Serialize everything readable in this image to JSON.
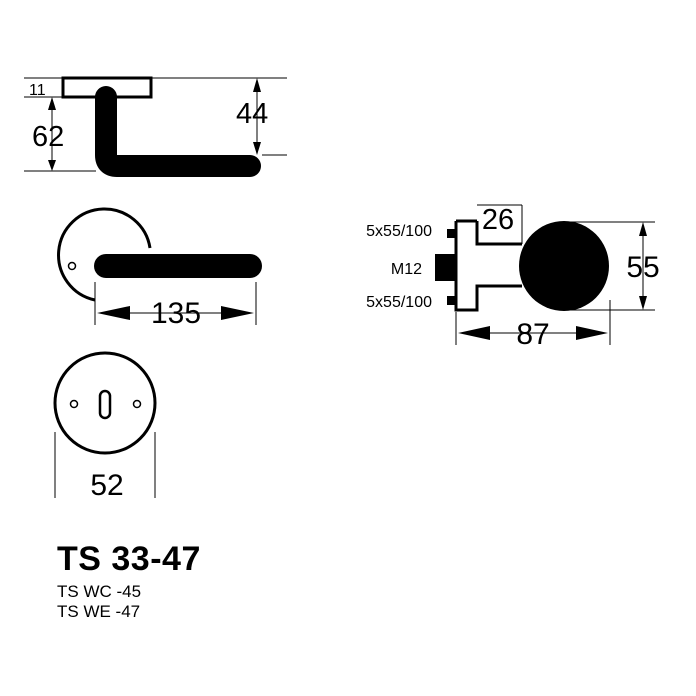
{
  "lever_side": {
    "d_thickness": "11",
    "d_total_height": "62",
    "d_offset": "44"
  },
  "lever_top": {
    "d_length": "135"
  },
  "rosette": {
    "d_diameter": "52"
  },
  "knob": {
    "d_neck": "26",
    "d_diameter": "55",
    "d_length": "87",
    "screw_top": "5x55/100",
    "spindle": "M12",
    "screw_bottom": "5x55/100"
  },
  "product": {
    "code": "TS 33-47",
    "variant_wc": "TS WC -45",
    "variant_we": "TS WE -47"
  }
}
